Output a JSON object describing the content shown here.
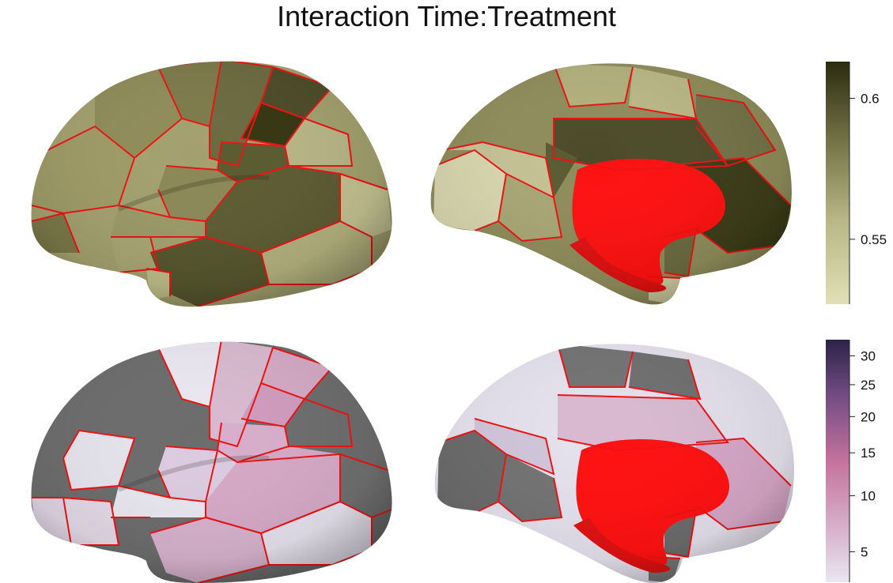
{
  "title": "Interaction Time:Treatment",
  "colorbars": {
    "top": {
      "ticks": [
        {
          "label": "0.6",
          "value": 0.6
        },
        {
          "label": "0.55",
          "value": 0.55
        }
      ],
      "range": [
        0.527,
        0.613
      ],
      "colors": [
        "#e0dfb7",
        "#b8b684",
        "#6e6d42",
        "#2b2c10"
      ]
    },
    "bottom": {
      "ticks": [
        {
          "label": "30",
          "value": 30
        },
        {
          "label": "25",
          "value": 25
        },
        {
          "label": "20",
          "value": 20
        },
        {
          "label": "15",
          "value": 15
        },
        {
          "label": "10",
          "value": 10
        },
        {
          "label": "5",
          "value": 5
        }
      ],
      "range": [
        3,
        33
      ],
      "scale": "sqrt",
      "colors": [
        "#eae6f1",
        "#d9b6cf",
        "#c4729c",
        "#6f4a82",
        "#2c2346"
      ]
    }
  },
  "colors": {
    "boundary": "#ee1111",
    "medial_wall": "#ff1010",
    "missing": "#737373"
  }
}
